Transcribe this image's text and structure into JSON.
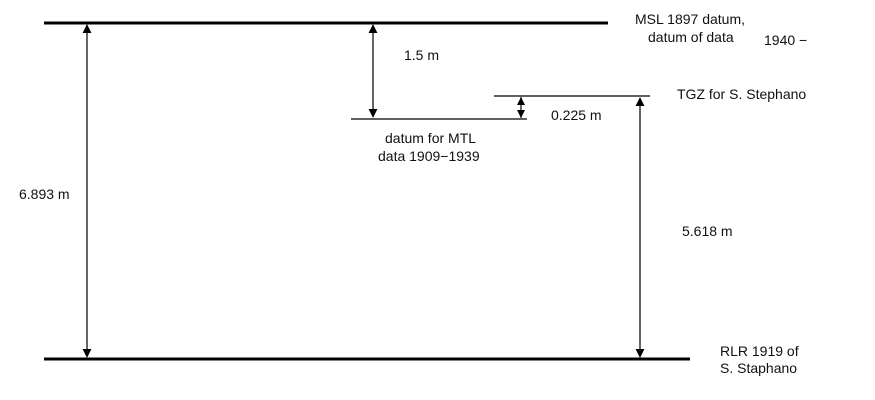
{
  "diagram": {
    "datums": {
      "msl_1897": {
        "line1": "MSL 1897 datum,",
        "line2": "datum of data",
        "line3": "1940 −"
      },
      "mtl_datum": {
        "line1": "datum for MTL",
        "line2": "data 1909−1939"
      },
      "tgz": {
        "label": "TGZ for S. Stephano"
      },
      "rlr_1919": {
        "line1": "RLR 1919 of",
        "line2": "S. Staphano"
      }
    },
    "distances": {
      "msl_to_rlr": "6.893 m",
      "msl_to_mtl": "1.5 m",
      "mtl_to_tgz": "0.225 m",
      "tgz_to_rlr": "5.618 m"
    },
    "colors": {
      "line": "#000000",
      "text": "#111111",
      "background": "#ffffff"
    }
  }
}
